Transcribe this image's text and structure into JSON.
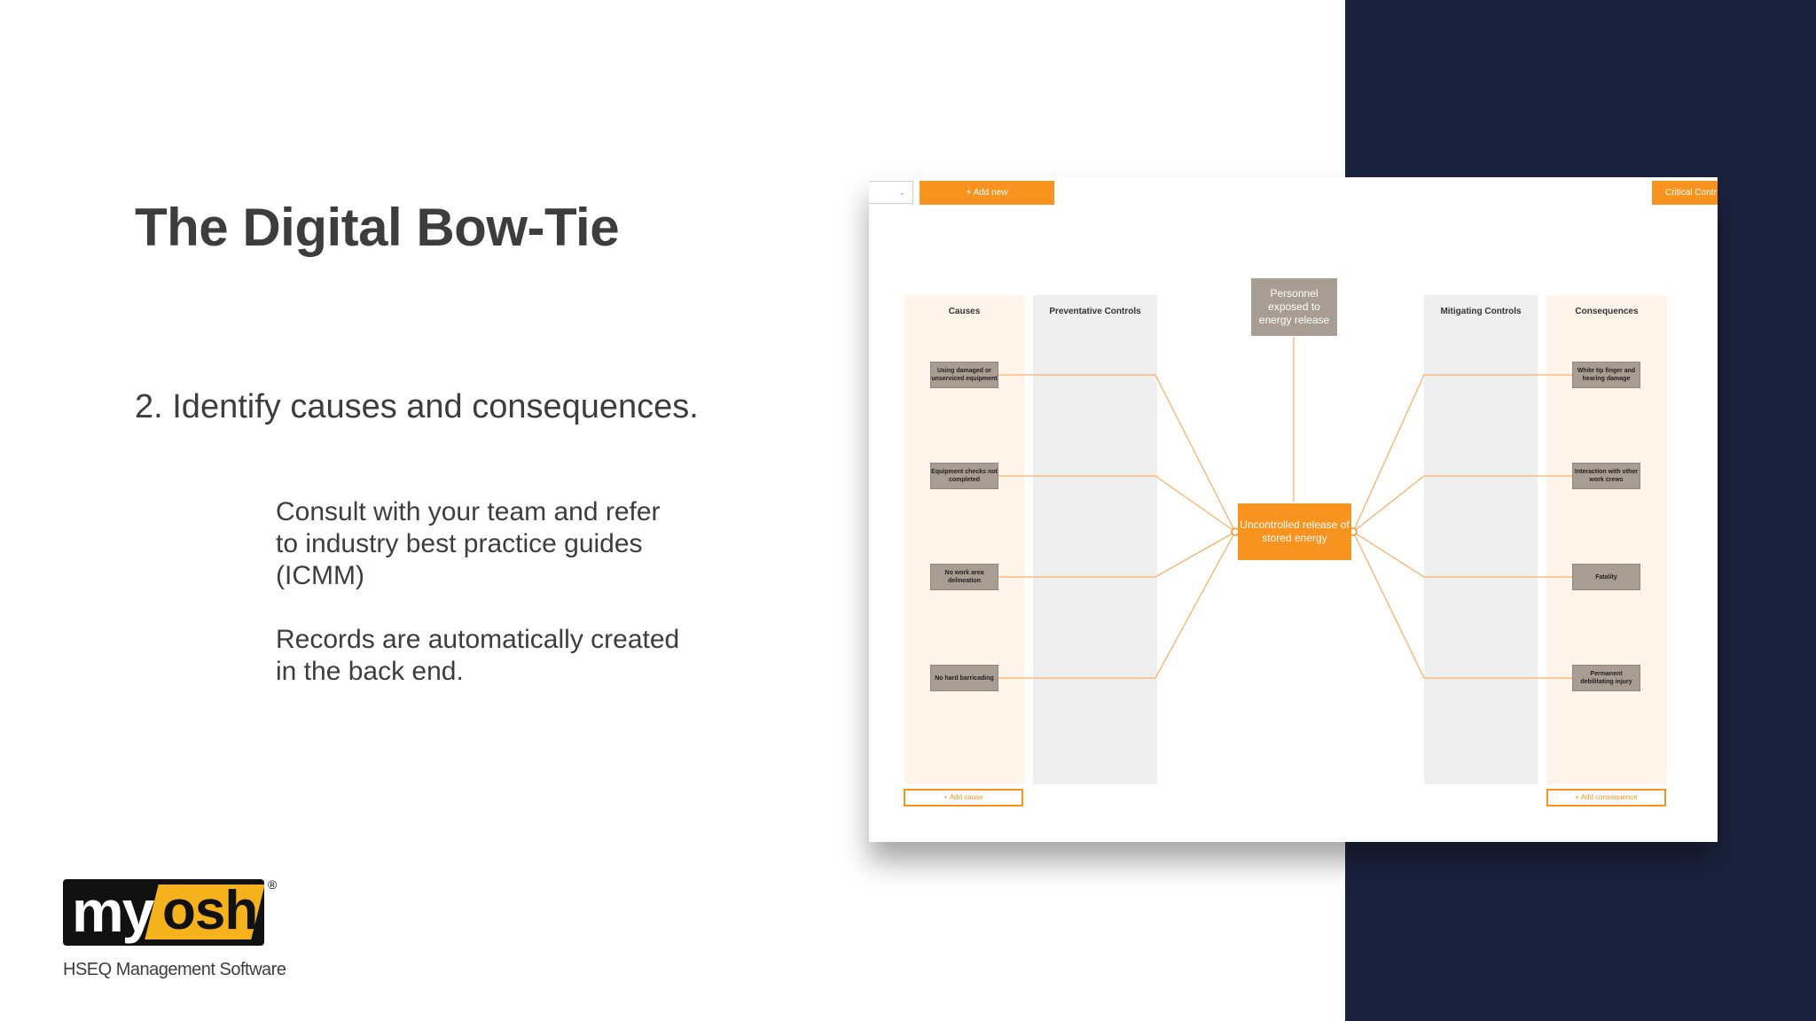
{
  "slide": {
    "title": "The Digital Bow-Tie",
    "step": "2. Identify causes and consequences.",
    "paragraphs": [
      "Consult with your team and refer\nto industry best practice guides\n(ICMM)",
      "Records are automatically created\n in the back end."
    ]
  },
  "app": {
    "toolbar": {
      "add_new": "+ Add new",
      "critical_controls": "Critical Contr"
    },
    "columns": {
      "causes": "Causes",
      "preventative_controls": "Preventative Controls",
      "mitigating_controls": "Mitigating Controls",
      "consequences": "Consequences"
    },
    "hazard": "Personnel exposed to energy release",
    "top_event": "Uncontrolled release of stored energy",
    "causes": [
      "Using damaged or unserviced equipment",
      "Equipment checks not completed",
      "No work area delineation",
      "No hard barricading"
    ],
    "consequences": [
      "White tip finger and hearing damage",
      "Interaction with other work crews",
      "Fatality",
      "Permanent debilitating injury"
    ],
    "add_cause": "+ Add cause",
    "add_consequence": "+ Add consequence",
    "colors": {
      "accent": "#f7931e",
      "node": "#a79d93",
      "navy": "#1b223f"
    }
  },
  "logo": {
    "brand_left": "my",
    "brand_right": "osh",
    "registered": "®",
    "tagline": "HSEQ Management Software"
  }
}
